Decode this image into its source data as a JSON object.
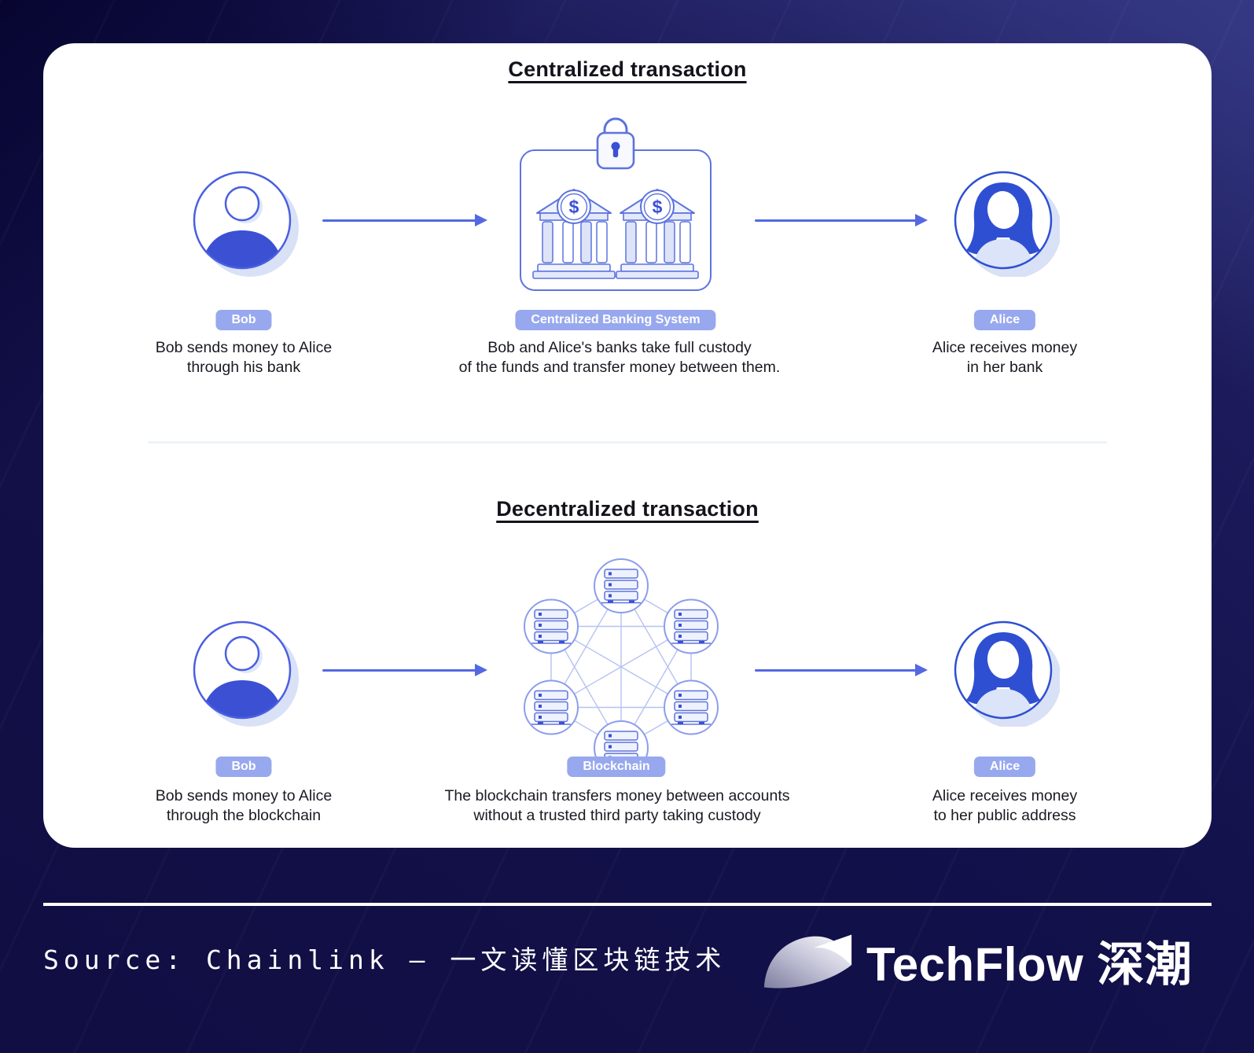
{
  "page": {
    "background_color": "#12104a",
    "card_color": "#ffffff"
  },
  "palette": {
    "accent_blue": "#3b50d3",
    "outline_blue": "#5d73dd",
    "avatar_stroke": "#4a5fe0",
    "pill_bg": "#98a8ee",
    "arrow_color": "#5468e2",
    "light_fill": "#eef2fc",
    "shadow_blue": "#d9e1f7",
    "network_edge": "#b6c2f2"
  },
  "sections": [
    {
      "title": "Centralized transaction",
      "left": {
        "icon": "male-avatar-icon",
        "label": "Bob",
        "caption": "Bob sends money to Alice\nthrough his bank"
      },
      "center": {
        "icon": "centralized-banks-lock-icon",
        "label": "Centralized Banking System",
        "caption": "Bob and Alice's banks take full custody\nof the funds and transfer money between them."
      },
      "right": {
        "icon": "female-avatar-icon",
        "label": "Alice",
        "caption": "Alice receives money\nin her bank"
      }
    },
    {
      "title": "Decentralized transaction",
      "left": {
        "icon": "male-avatar-icon",
        "label": "Bob",
        "caption": "Bob sends money to Alice\nthrough the blockchain"
      },
      "center": {
        "icon": "blockchain-network-icon",
        "label": "Blockchain",
        "caption": "The blockchain transfers money between accounts\nwithout a trusted third party taking custody"
      },
      "right": {
        "icon": "female-avatar-icon",
        "label": "Alice",
        "caption": "Alice receives money\nto her public address"
      }
    }
  ],
  "footer": {
    "source_text": "Source: Chainlink — 一文读懂区块链技术",
    "brand_text": "TechFlow 深潮",
    "brand_icon": "techflow-leaf-icon"
  }
}
